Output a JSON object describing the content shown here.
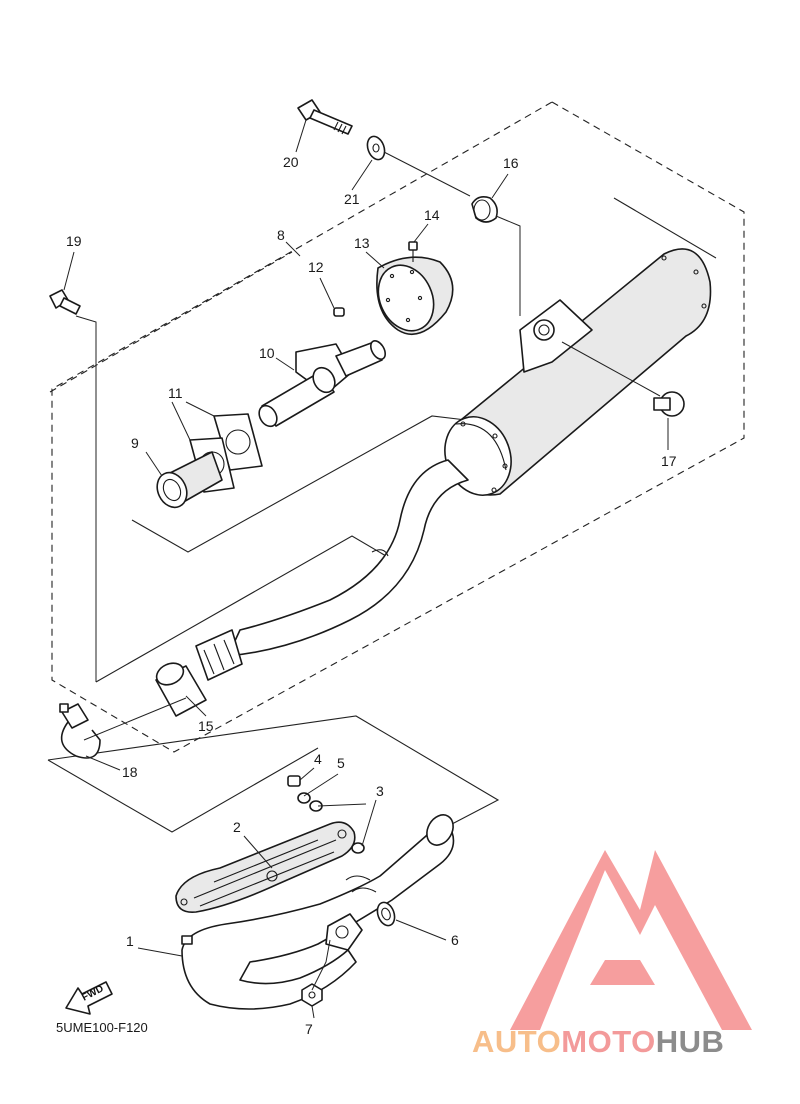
{
  "diagram": {
    "code": "5UME100-F120",
    "fwd_label": "FWD",
    "callouts": [
      "1",
      "2",
      "3",
      "4",
      "5",
      "6",
      "7",
      "8",
      "9",
      "10",
      "11",
      "12",
      "13",
      "14",
      "15",
      "16",
      "17",
      "18",
      "19",
      "20",
      "21"
    ]
  },
  "watermark": {
    "text_part1": "AUTO",
    "text_part2": "MOTO",
    "text_part3": "HUB",
    "color_light": "#f7be8a",
    "color_pink": "#f39a9a",
    "color_gray": "#8c8c8c",
    "logo_color": "#f59494"
  }
}
